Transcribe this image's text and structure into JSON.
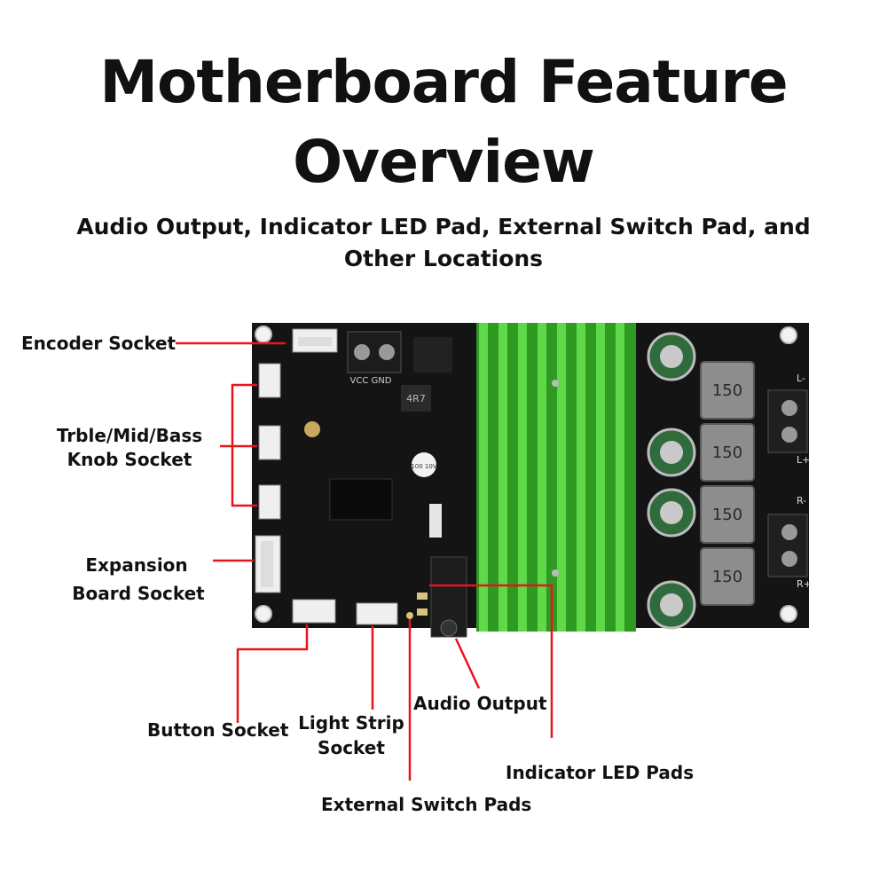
{
  "title": "Motherboard Feature Overview",
  "subtitle": "Audio Output, Indicator LED Pad, External Switch Pad, and Other Locations",
  "colors": {
    "callout": "#e8141c",
    "pcb": "#141414",
    "heatsink": "#4fc83c",
    "text": "#111111"
  },
  "labels": {
    "encoder_socket": "Encoder Socket",
    "knob_socket_line1": "Trble/Mid/Bass",
    "knob_socket_line2": "Knob Socket",
    "expansion_line1": "Expansion",
    "expansion_line2": "Board Socket",
    "button_socket": "Button Socket",
    "light_strip_line1": "Light Strip",
    "light_strip_line2": "Socket",
    "audio_output": "Audio Output",
    "indicator_led": "Indicator LED Pads",
    "external_switch": "External Switch Pads"
  },
  "board_markings": {
    "vcc_gnd": "VCC GND",
    "inductor": "150",
    "inductor_small": "4R7",
    "cap_text": "100 10V",
    "l_minus": "L-",
    "l_plus": "L+",
    "r_minus": "R-",
    "r_plus": "R+"
  }
}
